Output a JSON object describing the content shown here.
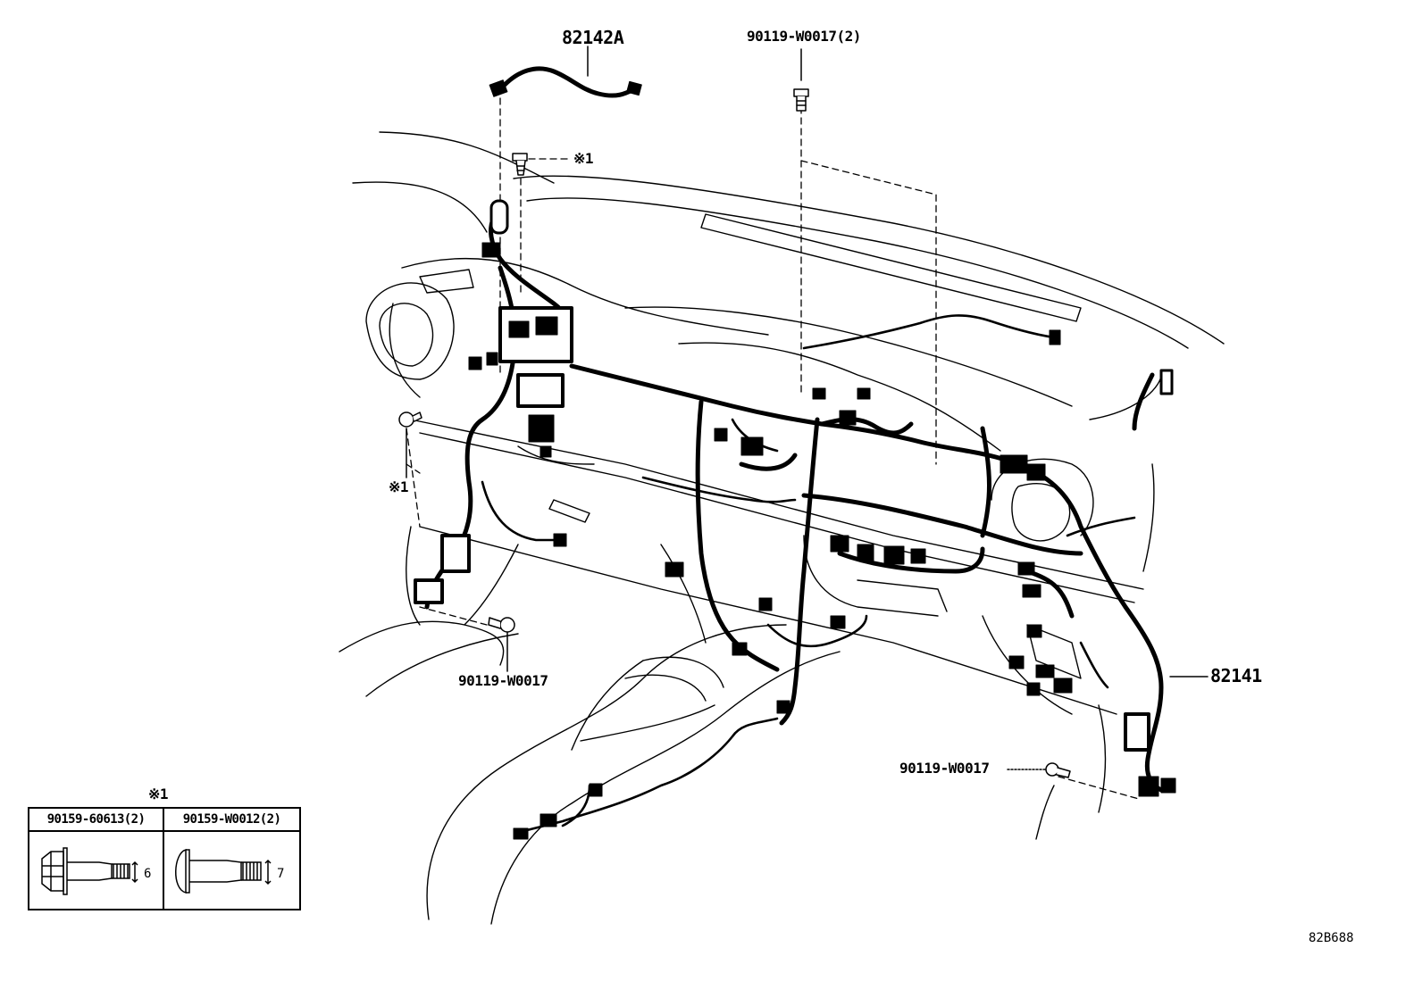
{
  "labels": {
    "part_82142a": "82142A",
    "bolt_top": "90119-W0017(2)",
    "mark_top": "※1",
    "mark_left": "※1",
    "bolt_left": "90119-W0017",
    "part_82141": "82141",
    "bolt_right": "90119-W0017",
    "diagram_code": "82B688"
  },
  "legend": {
    "mark": "※1",
    "left_part": "90159-60613(2)",
    "left_dim": "6",
    "right_part": "90159-W0012(2)",
    "right_dim": "7"
  }
}
